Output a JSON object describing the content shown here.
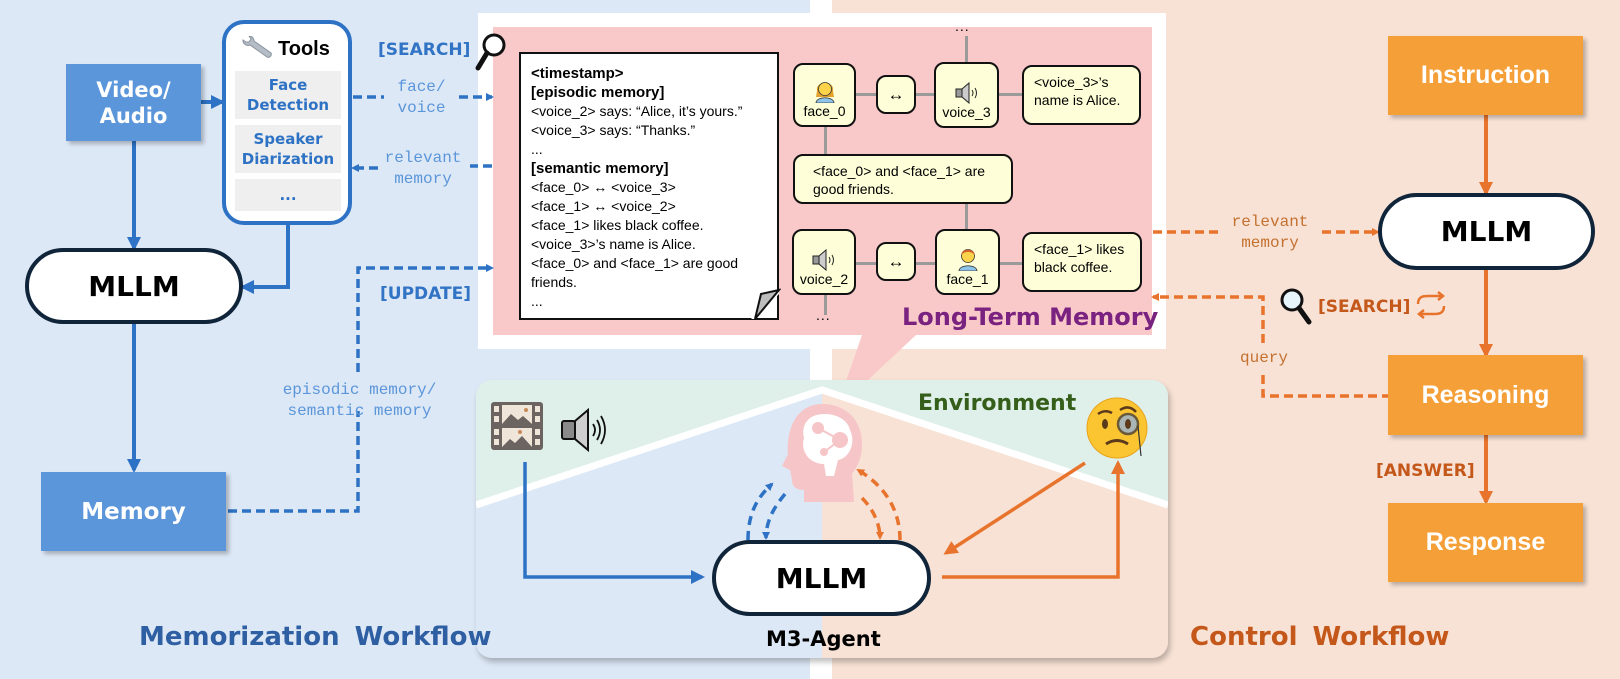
{
  "colors": {
    "memorization_bg": "#dde8f6",
    "control_bg": "#f8e2d5",
    "blue_accent": "#2d72c4",
    "blue_box": "#5b96da",
    "orange_accent": "#e8732d",
    "orange_box": "#f59f38",
    "ltm_bg": "#f9c9ca",
    "ltm_title": "#7a2280",
    "environment_title": "#355e1a"
  },
  "memorization": {
    "title": "Memorization Workflow",
    "video_audio": "Video/ Audio",
    "tools": {
      "title": "Tools",
      "icon": "wrench-icon",
      "items": [
        "Face Detection",
        "Speaker Diarization",
        "..."
      ]
    },
    "mllm": "MLLM",
    "memory": "Memory",
    "search_tag": "[SEARCH]",
    "search_icon": "magnifier-icon",
    "face_voice_label": "face/ voice",
    "relevant_memory_label": "relevant memory",
    "update_tag": "[UPDATE]",
    "episodic_semantic_label": "episodic memory/ semantic memory"
  },
  "long_term_memory": {
    "title": "Long-Term Memory",
    "note": {
      "lines": [
        {
          "text": "<timestamp>",
          "bold": true
        },
        {
          "text": "[episodic memory]",
          "bold": true
        },
        {
          "text": "<voice_2> says: “Alice, it’s yours.”",
          "bold": false
        },
        {
          "text": "<voice_3> says: “Thanks.”",
          "bold": false
        },
        {
          "text": "...",
          "bold": false
        },
        {
          "text": "[semantic memory]",
          "bold": true
        },
        {
          "text": "<face_0> ↔ <voice_3>",
          "bold": false
        },
        {
          "text": "<face_1> ↔ <voice_2>",
          "bold": false
        },
        {
          "text": "<face_1> likes black coffee.",
          "bold": false
        },
        {
          "text": "<voice_3>’s name is Alice.",
          "bold": false
        },
        {
          "text": "<face_0> and <face_1> are good friends.",
          "bold": false
        },
        {
          "text": "...",
          "bold": false
        }
      ]
    },
    "graph": {
      "face_0": {
        "label": "face_0",
        "icon": "woman-icon"
      },
      "voice_3": {
        "label": "voice_3",
        "icon": "speaker-icon"
      },
      "voice_2": {
        "label": "voice_2",
        "icon": "speaker-icon"
      },
      "face_1": {
        "label": "face_1",
        "icon": "man-icon"
      },
      "link_symbol": "↔",
      "fact_alice": "<voice_3>’s name is Alice.",
      "fact_friends": "<face_0> and <face_1> are good friends.",
      "fact_coffee": "<face_1> likes black coffee.",
      "ellipsis_top": "...",
      "ellipsis_bottom": "..."
    }
  },
  "agent": {
    "name": "M3-Agent",
    "mllm": "MLLM",
    "environment": "Environment",
    "icons": [
      "film-icon",
      "speaker-icon",
      "brain-head-icon",
      "monocle-face-icon"
    ]
  },
  "control": {
    "title": "Control Workflow",
    "instruction": "Instruction",
    "mllm": "MLLM",
    "reasoning": "Reasoning",
    "response": "Response",
    "relevant_memory_label": "relevant memory",
    "search_tag": "[SEARCH]",
    "query_label": "query",
    "answer_tag": "[ANSWER]"
  }
}
